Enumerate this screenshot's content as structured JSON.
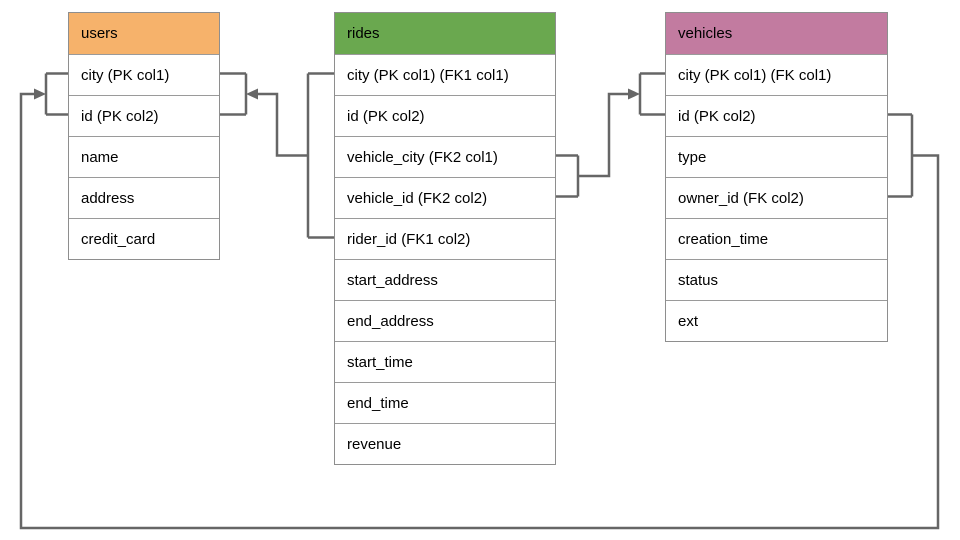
{
  "page": {
    "background_color": "#ffffff"
  },
  "diagram": {
    "type": "er-schema",
    "style": {
      "line_color": "#666666",
      "table_border_color": "#8e8e8e",
      "text_color": "#000000"
    },
    "tables": [
      {
        "id": "users",
        "name": "users",
        "header_color": "#F6B26B",
        "columns": [
          "city (PK col1)",
          "id (PK col2)",
          "name",
          "address",
          "credit_card"
        ]
      },
      {
        "id": "rides",
        "name": "rides",
        "header_color": "#6AA84F",
        "columns": [
          "city (PK col1) (FK1 col1)",
          "id (PK col2)",
          "vehicle_city (FK2 col1)",
          "vehicle_id (FK2 col2)",
          "rider_id (FK1 col2)",
          "start_address",
          "end_address",
          "start_time",
          "end_time",
          "revenue"
        ]
      },
      {
        "id": "vehicles",
        "name": "vehicles",
        "header_color": "#C27BA0",
        "columns": [
          "city (PK col1) (FK col1)",
          "id (PK col2)",
          "type",
          "owner_id (FK col2)",
          "creation_time",
          "status",
          "ext"
        ]
      }
    ],
    "relationships": [
      {
        "id": "fk-rides-users",
        "from_table": "rides",
        "from_columns": [
          "city (PK col1) (FK1 col1)",
          "rider_id (FK1 col2)"
        ],
        "to_table": "users",
        "to_columns": [
          "city (PK col1)",
          "id (PK col2)"
        ]
      },
      {
        "id": "fk-rides-vehicles",
        "from_table": "rides",
        "from_columns": [
          "vehicle_city (FK2 col1)",
          "vehicle_id (FK2 col2)"
        ],
        "to_table": "vehicles",
        "to_columns": [
          "city (PK col1) (FK col1)",
          "id (PK col2)"
        ]
      },
      {
        "id": "fk-vehicles-users",
        "from_table": "vehicles",
        "from_columns": [
          "id (PK col2)",
          "owner_id (FK col2)"
        ],
        "to_table": "users",
        "to_columns": [
          "city (PK col1)",
          "id (PK col2)"
        ]
      }
    ]
  }
}
